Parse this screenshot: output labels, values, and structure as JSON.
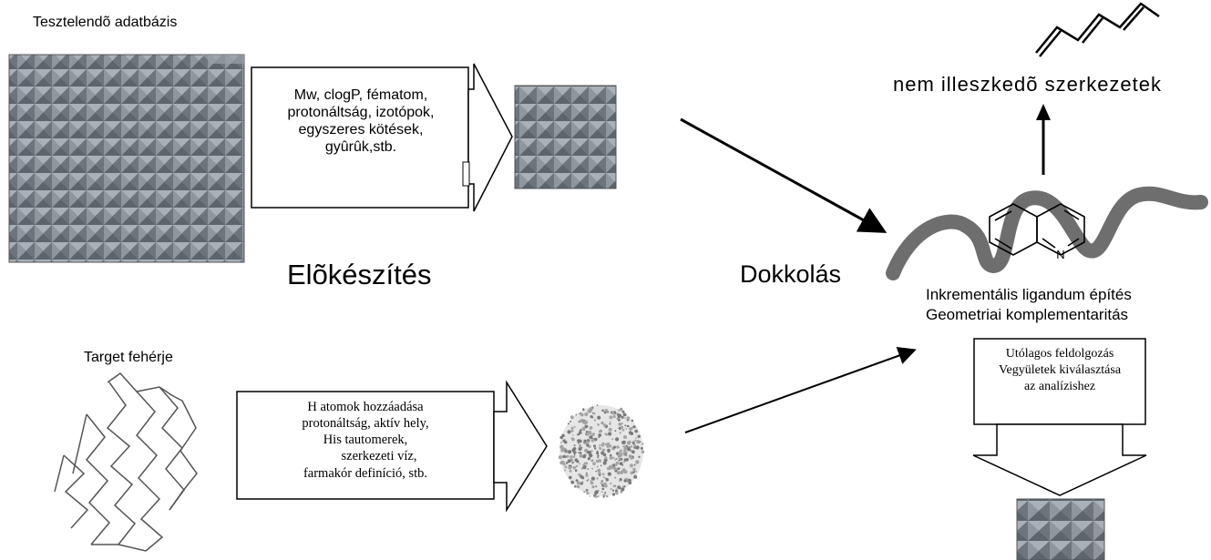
{
  "labels": {
    "database_title": "Tesztelendõ adatbázis",
    "target_title": "Target fehérje",
    "preparation": "Elõkészítés",
    "docking": "Dokkolás",
    "nonfitting": "nem illeszkedõ szerkezetek",
    "incremental_line1": "Inkrementális ligandum építés",
    "incremental_line2": "Geometriai komplementaritás"
  },
  "filter_box": {
    "lines": [
      "Mw, clogP, fématom,",
      "protonáltság, izotópok,",
      "egyszeres kötések,",
      "gyûrûk,stb."
    ]
  },
  "protein_box": {
    "lines": [
      "H atomok hozzáadása",
      "protonáltság, aktív hely,",
      "His tautomerek,",
      "szerkezeti víz,",
      "farmakór definíció, stb."
    ]
  },
  "post_box": {
    "lines": [
      "Utólagos feldolgozás",
      "Vegyületek kiválasztása",
      "az analízishez"
    ]
  },
  "molecule": {
    "atom_label": "N"
  },
  "colors": {
    "grid_fill": "#7d8690",
    "grid_dark": "#5c646c",
    "grid_light": "#a9b0b7",
    "protein_band": "#6e6e6e",
    "ink": "#000000"
  }
}
